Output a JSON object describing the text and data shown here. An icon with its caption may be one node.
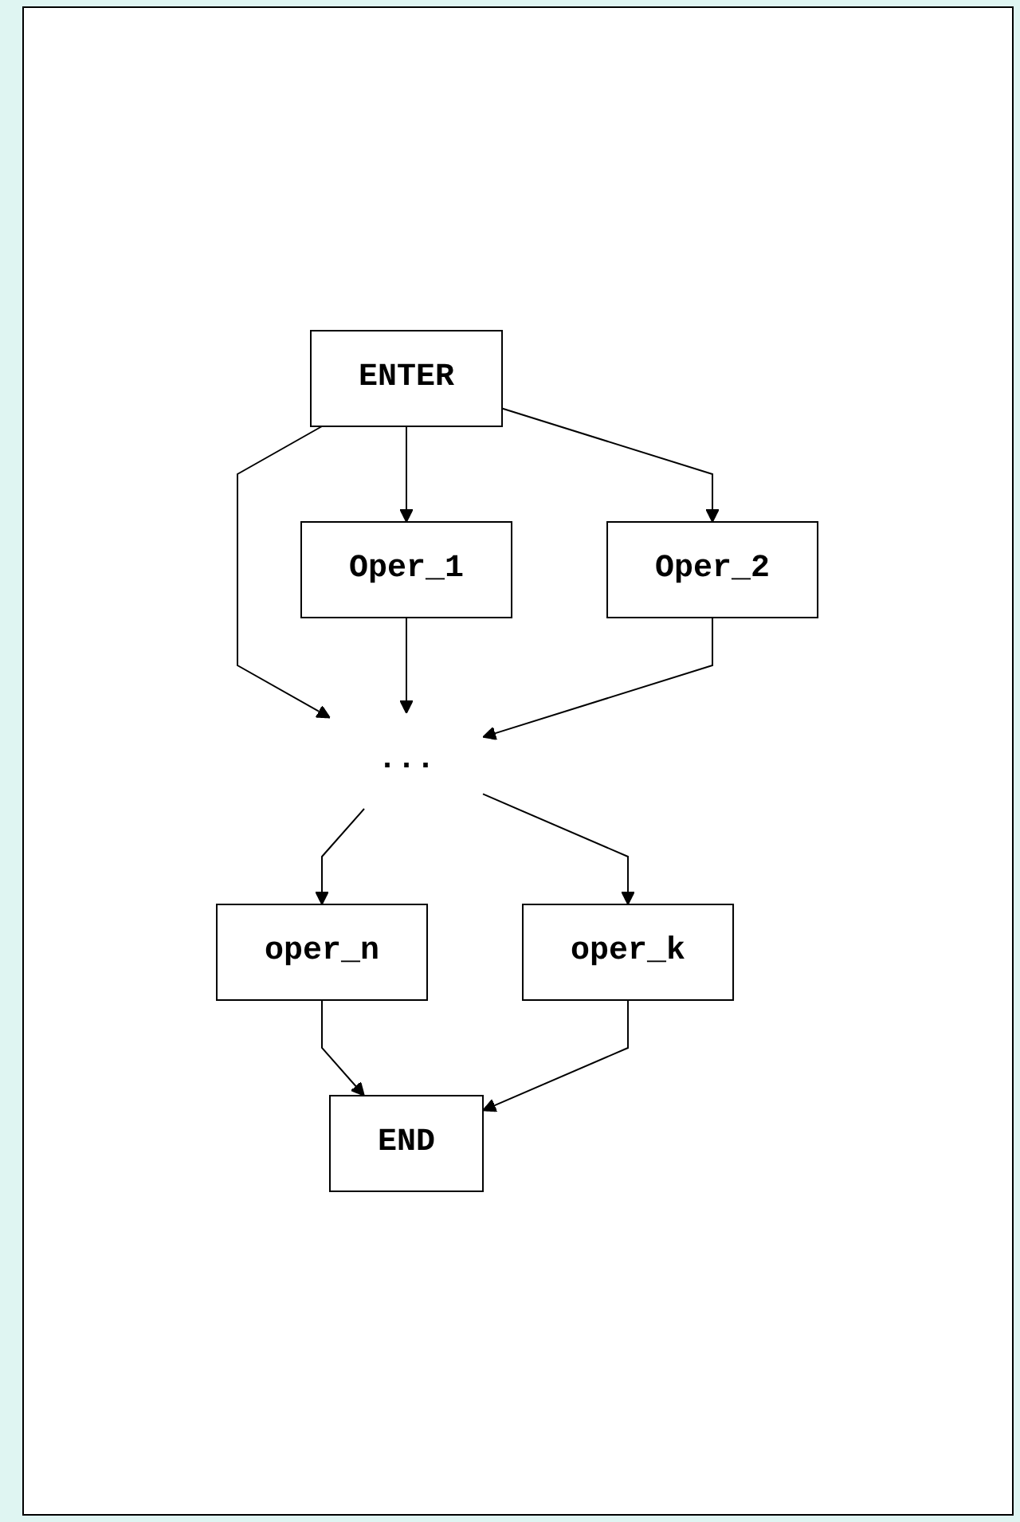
{
  "diagram": {
    "nodes": [
      {
        "text": [
          "ENTER"
        ]
      },
      {
        "text": [
          "Oper_1"
        ]
      },
      {
        "text": [
          "Oper_2"
        ]
      },
      {
        "text": [
          "..."
        ]
      },
      {
        "text": [
          "oper_n"
        ]
      },
      {
        "text": [
          "oper_k"
        ]
      },
      {
        "text": [
          "END"
        ]
      }
    ],
    "edges": [
      {
        "from": 0,
        "to": 1,
        "arrow": "to"
      },
      {
        "from": 0,
        "to": 3,
        "arrow": "to"
      },
      {
        "from": 0,
        "to": 2,
        "arrow": "to"
      },
      {
        "from": 1,
        "to": 3,
        "arrow": "to"
      },
      {
        "from": 2,
        "to": 3,
        "arrow": "to"
      },
      {
        "from": 3,
        "to": 4,
        "arrow": "to"
      },
      {
        "from": 3,
        "to": 5,
        "arrow": "to"
      },
      {
        "from": 4,
        "to": 6,
        "arrow": "to"
      },
      {
        "from": 5,
        "to": 6,
        "arrow": "to"
      }
    ]
  }
}
